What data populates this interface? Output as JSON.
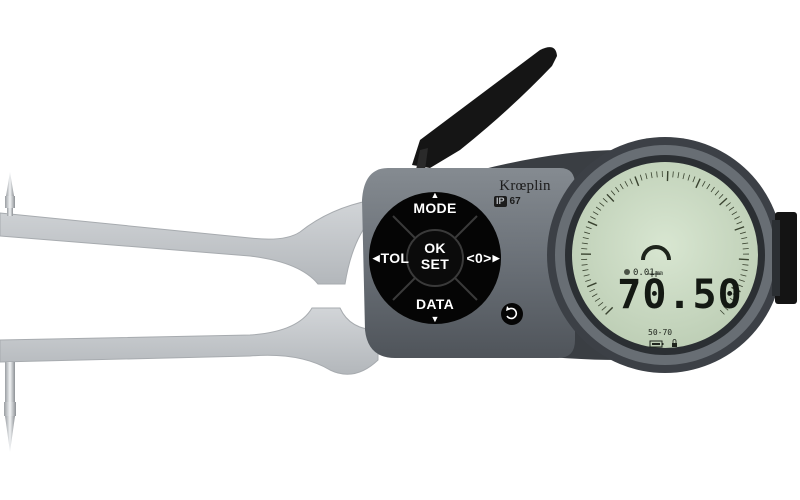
{
  "device": {
    "brand": "Krœplin",
    "ip_prefix": "IP",
    "ip_rating": "67",
    "buttons": {
      "mode": "MODE",
      "tol": "TOL",
      "ok": "OK",
      "set": "SET",
      "zero": "<0>",
      "data": "DATA"
    },
    "display": {
      "reading": "70.50",
      "resolution": "0.01",
      "resolution_unit": "mm",
      "range": "50-70"
    },
    "colors": {
      "body": "#6f757c",
      "lcd_background": "#cddcc6",
      "button_pad": "#0b0b0b",
      "arm": "#c5c8cb"
    },
    "icons": [
      "up-arrow-icon",
      "down-arrow-icon",
      "left-arrow-icon",
      "right-arrow-icon",
      "reset-icon",
      "battery-icon",
      "lock-icon",
      "arc-icon"
    ]
  }
}
